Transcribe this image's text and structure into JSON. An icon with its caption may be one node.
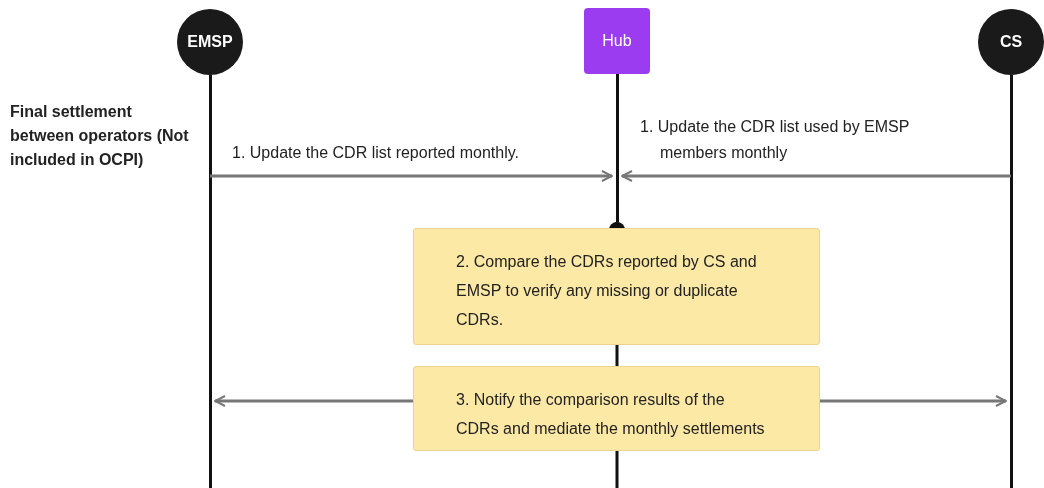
{
  "diagram": {
    "nodes": [
      {
        "text": [
          "EMSP"
        ]
      },
      {
        "text": [
          "Hub"
        ]
      },
      {
        "text": [
          "CS"
        ]
      },
      {
        "text": [
          "2. Compare the CDRs reported by CS and EMSP to verify any missing or duplicate CDRs."
        ]
      },
      {
        "text": [
          "3. Notify the comparison results of the CDRs and mediate the monthly settlements"
        ]
      }
    ],
    "edges": [
      {
        "from": 0,
        "to": 1,
        "arrow": "to",
        "label": "1. Update the CDR list reported monthly."
      },
      {
        "from": 2,
        "to": 1,
        "arrow": "to",
        "label": "1. Update the CDR list used by EMSP members monthly"
      },
      {
        "from": 4,
        "to": 0,
        "arrow": "to"
      },
      {
        "from": 4,
        "to": 2,
        "arrow": "to"
      }
    ],
    "labels": [
      "Final settlement between operators (Not included in OCPI)"
    ]
  }
}
